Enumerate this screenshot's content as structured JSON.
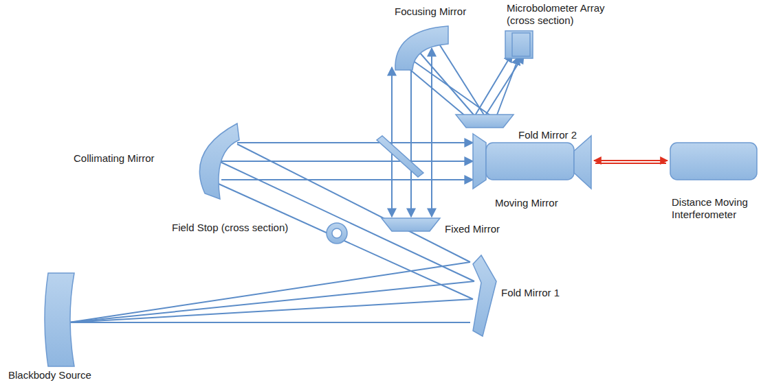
{
  "diagram": {
    "labels": [
      "Microbolometer Array (cross section)",
      "Focusing Mirror",
      "Fold Mirror 2",
      "Collimating Mirror",
      "Moving Mirror",
      "Distance Moving Interferometer",
      "Field Stop (cross section)",
      "Fixed Mirror",
      "Fold Mirror 1",
      "Blackbody Source"
    ]
  }
}
